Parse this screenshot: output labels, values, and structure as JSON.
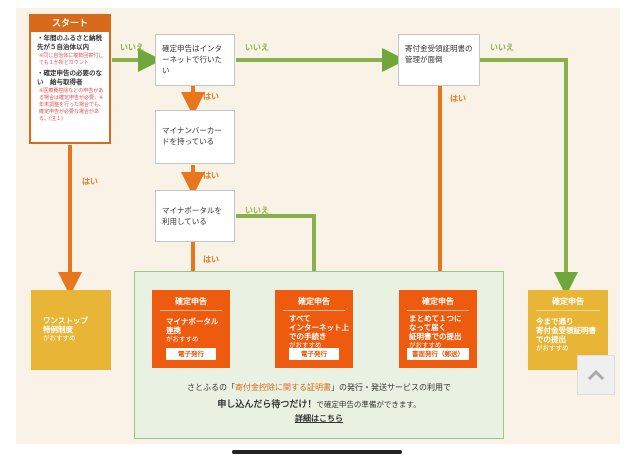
{
  "start": {
    "title": "スタート",
    "bullet1": "・年間のふるさと納税　先が５自治体以内",
    "note1": "※同じ自治体に複数回寄付しても１か所とカウント",
    "bullet2": "・確定申告の必要のない　給与取得者",
    "note2": "※医療費控除などの申告がある場合は確定申告が必要。※年末調整を行った場合でも、確定申告が必要な場合がある。(注１)"
  },
  "questions": {
    "q1": "確定申告はインターネットで行いたい",
    "q2": "マイナンバーカードを持っている",
    "q3": "マイナポータルを利用している",
    "q4": "寄付金受領証明書の管理が面倒"
  },
  "labels": {
    "yes": "はい",
    "no": "いいえ"
  },
  "results": {
    "onestop": {
      "line1": "ワンストップ",
      "line2": "特例制度",
      "sub": "がおすすめ"
    },
    "r1": {
      "title": "確定申告",
      "line1": "マイナポータル",
      "line2": "連携",
      "sub": "がおすすめ",
      "tag": "電子発行"
    },
    "r2": {
      "title": "確定申告",
      "line1": "すべて",
      "line2": "インターネット上",
      "line3": "での手続き",
      "sub": "がおすすめ",
      "tag": "電子発行"
    },
    "r3": {
      "title": "確定申告",
      "line1": "まとめて１つに",
      "line2": "なって届く",
      "line3": "証明書での提出",
      "sub": "がおすすめ",
      "tag": "書面発行（郵送）"
    },
    "r4": {
      "title": "確定申告",
      "line1": "今まで通り",
      "line2": "寄付金受領証明書",
      "line3": "での提出",
      "sub": "がおすすめ"
    }
  },
  "promo": {
    "pre": "さとふるの「",
    "highlight": "寄付金控除に関する証明書",
    "post": "」の発行・発送サービスの利用で",
    "bold": "申し込んだら待つだけ！",
    "small": "で確定申告の準備ができます。",
    "link": "詳細はこちら"
  },
  "colors": {
    "orange": "#ee5a0e",
    "green": "#8ab04a",
    "yellow": "#e8b536",
    "start": "#d86a1c"
  }
}
